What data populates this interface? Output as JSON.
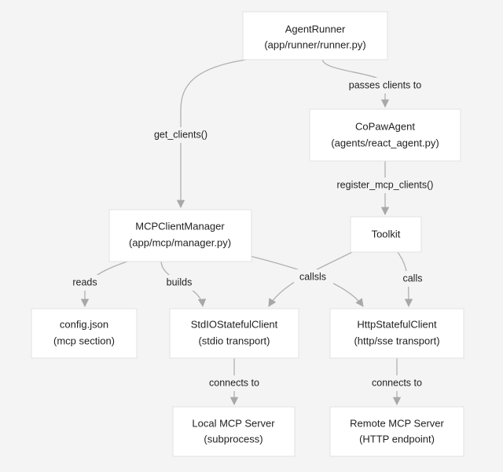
{
  "colors": {
    "background": "#f4f4f4",
    "node_fill": "#ffffff",
    "node_border": "#e2e2e2",
    "edge": "#b0b0b0",
    "text": "#222222"
  },
  "nodes": {
    "agent_runner": {
      "title": "AgentRunner",
      "subtitle": "(app/runner/runner.py)"
    },
    "copaw_agent": {
      "title": "CoPawAgent",
      "subtitle": "(agents/react_agent.py)"
    },
    "mcp_client_manager": {
      "title": "MCPClientManager",
      "subtitle": "(app/mcp/manager.py)"
    },
    "toolkit": {
      "title": "Toolkit"
    },
    "config_json": {
      "title": "config.json",
      "subtitle": "(mcp section)"
    },
    "stdio_client": {
      "title": "StdIOStatefulClient",
      "subtitle": "(stdio transport)"
    },
    "http_client": {
      "title": "HttpStatefulClient",
      "subtitle": "(http/sse transport)"
    },
    "local_server": {
      "title": "Local MCP Server",
      "subtitle": "(subprocess)"
    },
    "remote_server": {
      "title": "Remote MCP Server",
      "subtitle": "(HTTP endpoint)"
    }
  },
  "edges": {
    "passes_clients": "passes clients to",
    "get_clients": "get_clients()",
    "register_mcp_clients": "register_mcp_clients()",
    "reads": "reads",
    "builds": "builds",
    "calls_overlap": "callsls",
    "calls_right": "calls",
    "connects_local": "connects to",
    "connects_remote": "connects to"
  }
}
